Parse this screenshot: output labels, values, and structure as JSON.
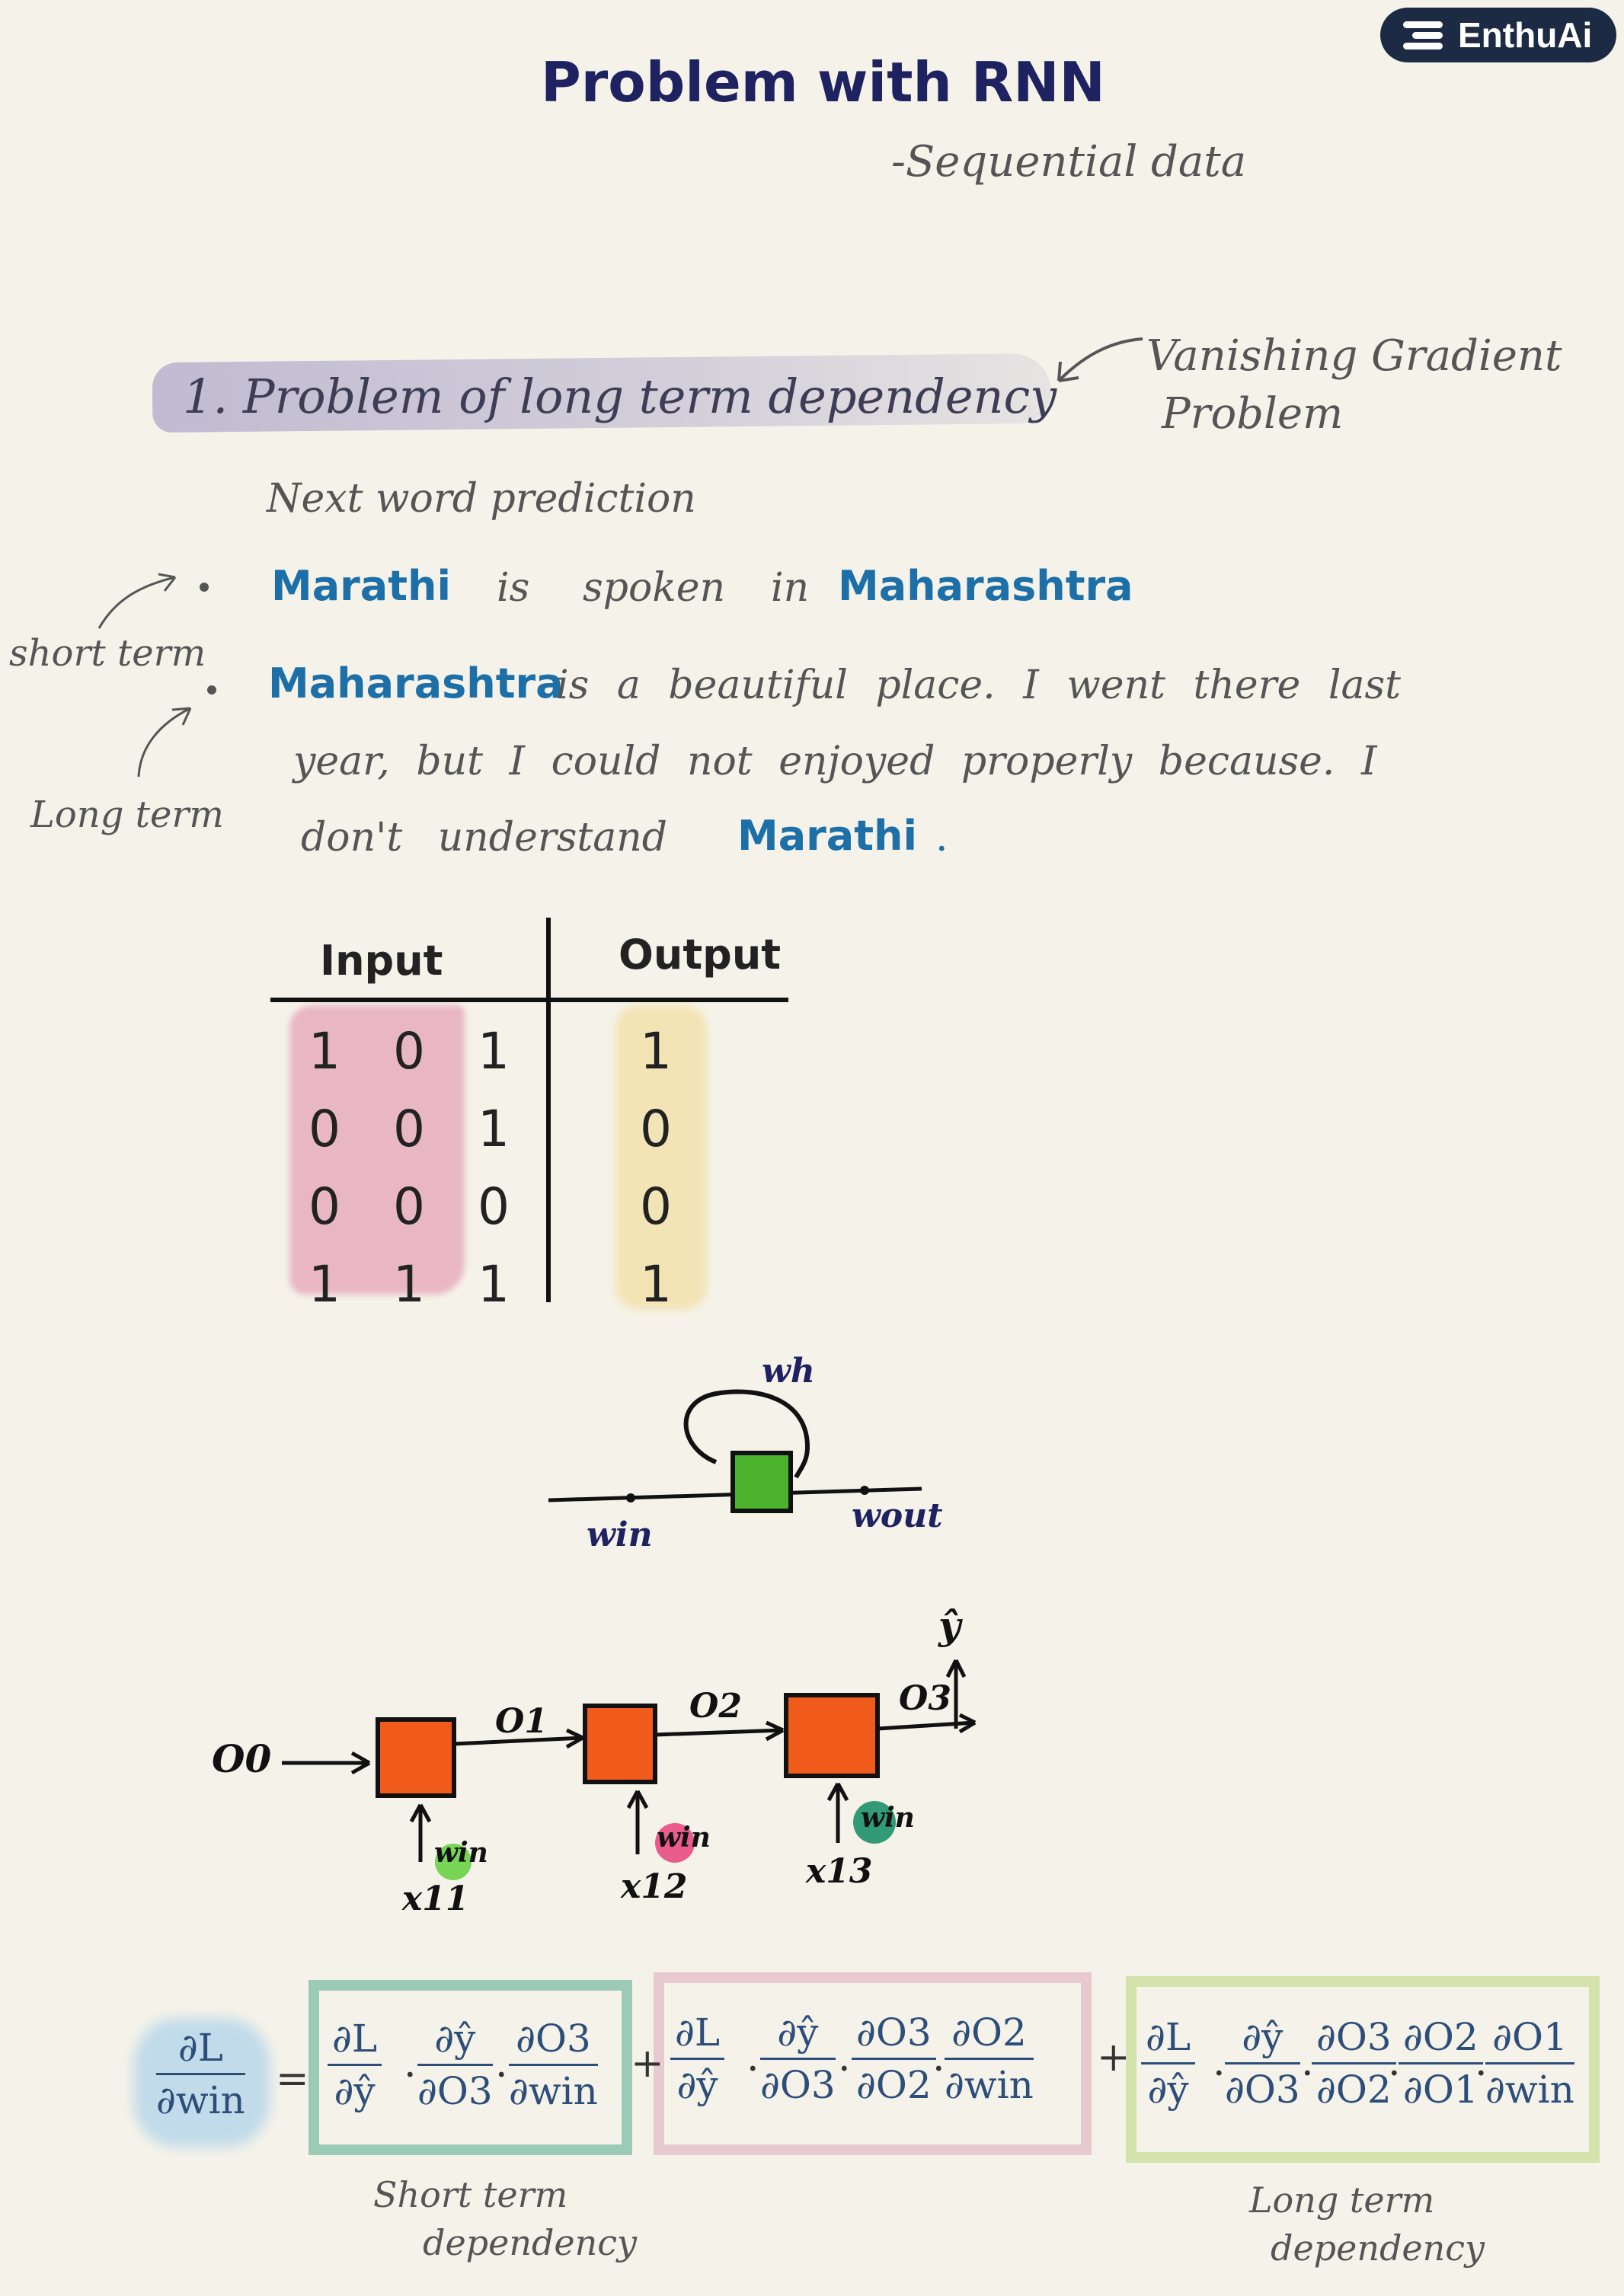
{
  "badge": {
    "label": "EnthuAi"
  },
  "title": "Problem with RNN",
  "subtitle": "-Sequential data",
  "heading": "1. Problem of long term dependency",
  "side_note": {
    "line1": "Vanishing Gradient",
    "line2": "Problem"
  },
  "next_word": "Next word prediction",
  "example1": {
    "w1": "Marathi",
    "w2": "is",
    "w3": "spoken",
    "w4": "in",
    "w5": "Maharashtra"
  },
  "example2": {
    "w1": "Maharashtra",
    "rest1": "is a beautiful place. I went there last",
    "line2": "year, but I could not enjoyed properly because. I",
    "line3a": "don't understand",
    "line3b": "Marathi",
    "dot": "."
  },
  "margin": {
    "short": "short term",
    "long": "Long term"
  },
  "table": {
    "input_header": "Input",
    "output_header": "Output",
    "inputs": [
      "1 0 1",
      "0 0 1",
      "0 0 0",
      "1 1 1"
    ],
    "outputs": [
      "1",
      "0",
      "0",
      "1"
    ]
  },
  "rnn_cell": {
    "wh": "wh",
    "win": "win",
    "wout": "wout"
  },
  "unrolled": {
    "o0": "O0",
    "o1": "O1",
    "o2": "O2",
    "o3": "O3",
    "yhat": "ŷ",
    "x11": "x11",
    "x12": "x12",
    "x13": "x13",
    "win": "win"
  },
  "equation": {
    "lhs_num": "∂L",
    "lhs_den": "∂win",
    "eq": "=",
    "t1": [
      [
        "∂L",
        "∂ŷ"
      ],
      [
        "∂ŷ",
        "∂O3"
      ],
      [
        "∂O3",
        "∂win"
      ]
    ],
    "t2": [
      [
        "∂L",
        "∂ŷ"
      ],
      [
        "∂ŷ",
        "∂O3"
      ],
      [
        "∂O3",
        "∂O2"
      ],
      [
        "∂O2",
        "∂win"
      ]
    ],
    "t3": [
      [
        "∂L",
        "∂ŷ"
      ],
      [
        "∂ŷ",
        "∂O3"
      ],
      [
        "∂O3",
        "∂O2"
      ],
      [
        "∂O2",
        "∂O1"
      ],
      [
        "∂O1",
        "∂win"
      ]
    ],
    "plus": "+",
    "dot": "."
  },
  "eq_labels": {
    "short1": "Short term",
    "short2": "dependency",
    "long1": "Long term",
    "long2": "dependency"
  },
  "colors": {
    "accent_blue": "#1d6fa8",
    "title_navy": "#1e2260",
    "orange": "#f05a1a",
    "green": "#4cb32e"
  }
}
